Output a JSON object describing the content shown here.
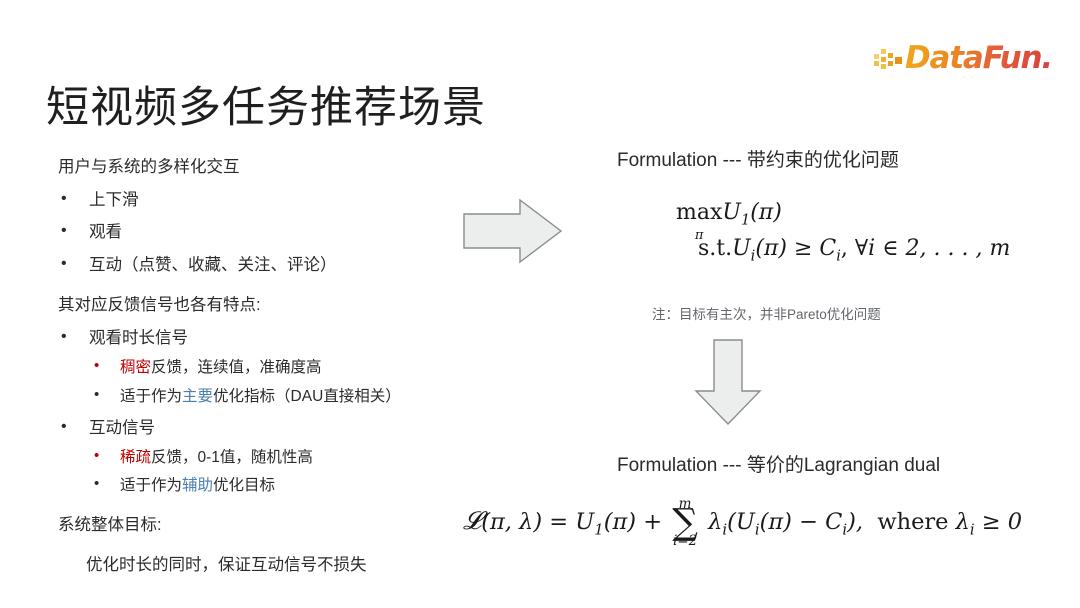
{
  "slide": {
    "title": "短视频多任务推荐场景",
    "background_color": "#ffffff"
  },
  "logo": {
    "wordmark": "DataFun.",
    "gradient_start": "#f0a71c",
    "gradient_end": "#d93d3d",
    "dot_color": "#eca825"
  },
  "left_column": {
    "block1": {
      "lead": "用户与系统的多样化交互",
      "bullets": [
        "上下滑",
        "观看",
        "互动（点赞、收藏、关注、评论）"
      ]
    },
    "block2": {
      "lead": "其对应反馈信号也各有特点:",
      "item1": {
        "label": "观看时长信号",
        "sub1": {
          "highlight": "稠密",
          "rest": "反馈，连续值，准确度高",
          "highlight_color": "#c00000"
        },
        "sub2": {
          "pre": "适于作为",
          "highlight": "主要",
          "post": "优化指标（DAU直接相关）",
          "highlight_color": "#4a7fae"
        }
      },
      "item2": {
        "label": "互动信号",
        "sub1": {
          "highlight": "稀疏",
          "rest": "反馈，0-1值，随机性高",
          "highlight_color": "#c00000"
        },
        "sub2": {
          "pre": "适于作为",
          "highlight": "辅助",
          "post": "优化目标",
          "highlight_color": "#4a7fae"
        }
      }
    },
    "block3": {
      "lead": "系统整体目标:",
      "detail": "优化时长的同时，保证互动信号不损失"
    }
  },
  "right_column": {
    "heading_constrained": "Formulation --- 带约束的优化问题",
    "formula_primal": {
      "objective_op": "max",
      "objective_op_sub": "π",
      "objective_body": "U₁(π)",
      "constraint": "s.t.U_i(π) ≥ C_i, ∀i ∈ 2,…,m",
      "parts": {
        "max": "max",
        "pi_sub": "π",
        "U": "U",
        "one": "1",
        "pi_arg": "(π)",
        "st": "s.t.",
        "Ui": "U",
        "i": "i",
        "geq": "≥",
        "C": "C",
        "forall": "∀",
        "in": "∈",
        "range": "2, . . . , m"
      }
    },
    "note": "注：目标有主次，并非Pareto优化问题",
    "heading_lagrangian": "Formulation --- 等价的Lagrangian dual",
    "formula_lagrangian": {
      "full": "𝓛(π, λ) = U₁(π) + Σ_{i=2}^{m} λ_i(U_i(π) − C_i),  where λ_i ≥ 0",
      "parts": {
        "L": "𝓛",
        "args": "(π, λ) = ",
        "U": "U",
        "one": "1",
        "pi_arg": "(π)",
        "plus": "+",
        "sigma": "∑",
        "sum_upper": "m",
        "sum_lower": "i=2",
        "lambda": "λ",
        "i": "i",
        "open": "(",
        "minus": "−",
        "C": "C",
        "close": "),",
        "where": "where",
        "geq": "≥",
        "zero": "0"
      }
    }
  },
  "arrows": {
    "right_arrow": "arrow-right",
    "down_arrow": "arrow-down",
    "fill": "#eceded",
    "stroke": "#8a8d92"
  }
}
